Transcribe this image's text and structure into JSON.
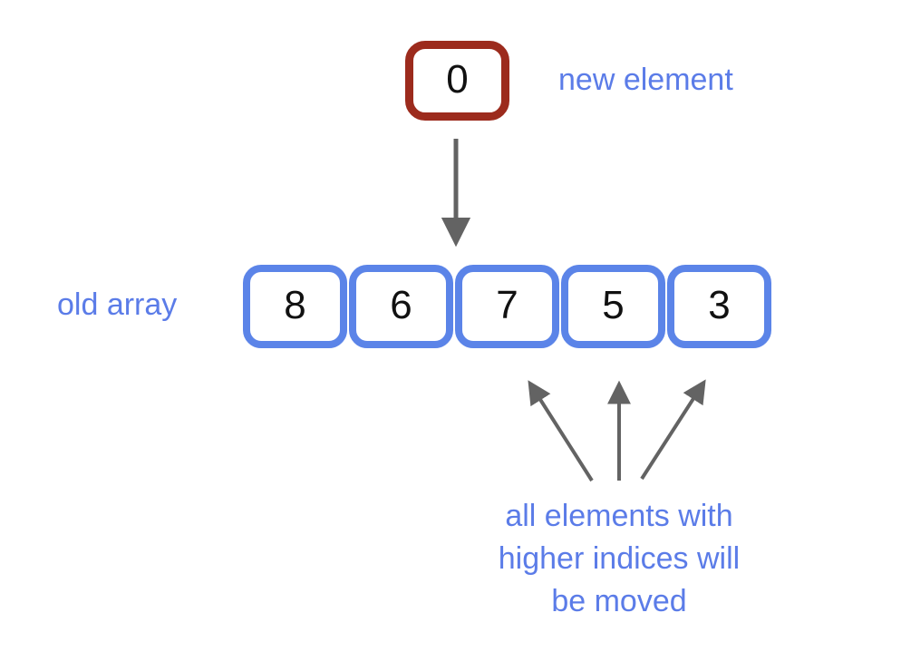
{
  "new_element": {
    "value": "0",
    "label": "new element"
  },
  "old_array": {
    "label": "old array",
    "cells": [
      "8",
      "6",
      "7",
      "5",
      "3"
    ]
  },
  "caption": {
    "line1": "all elements with",
    "line2": "higher indices will",
    "line3": "be moved"
  },
  "colors": {
    "new_element_border": "#9c2b1d",
    "array_border": "#5b84e8",
    "label_text": "#5b7ce8",
    "arrow": "#636363",
    "value_text": "#111111",
    "background": "#ffffff"
  }
}
